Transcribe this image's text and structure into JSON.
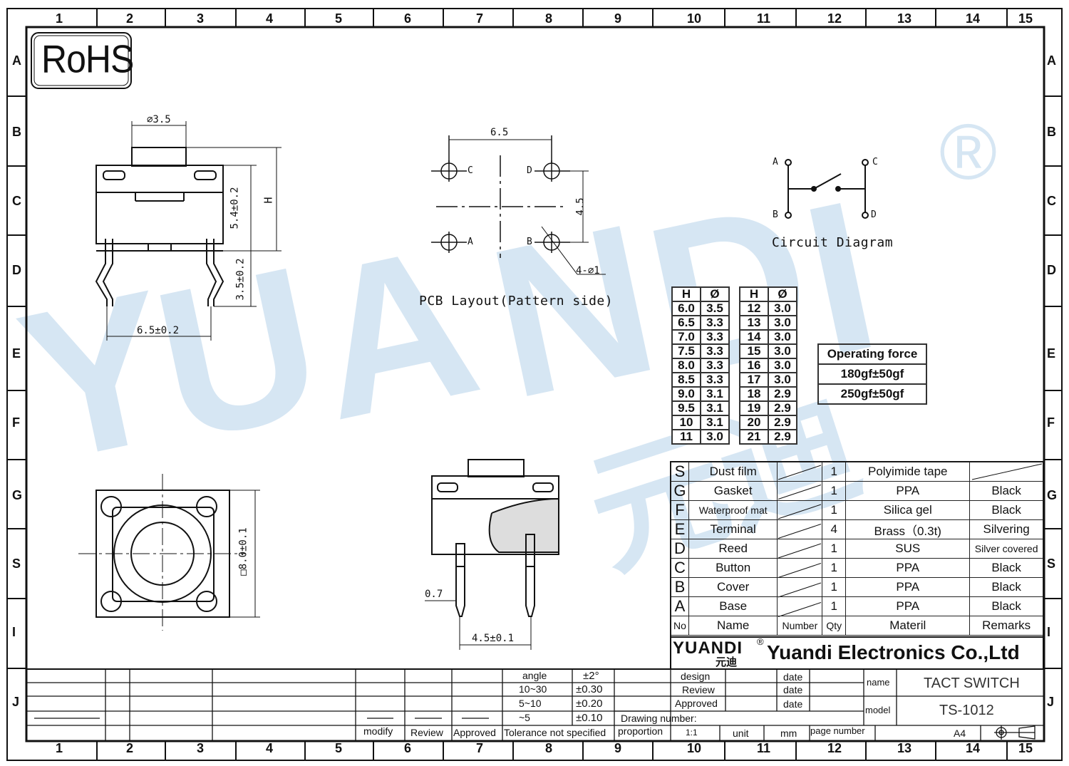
{
  "sheet": {
    "rohs": "RoHS",
    "col_labels": [
      "1",
      "2",
      "3",
      "4",
      "5",
      "6",
      "7",
      "8",
      "9",
      "10",
      "11",
      "12",
      "13",
      "14",
      "15"
    ],
    "row_labels": [
      "A",
      "B",
      "C",
      "D",
      "E",
      "F",
      "G",
      "S",
      "I",
      "J"
    ]
  },
  "watermark": {
    "text": "YUANDI",
    "registered": "®",
    "cn": "元迪",
    "color": "#d6e6f3"
  },
  "side_view": {
    "dim_button": "⌀3.5",
    "dim_height": "5.4±0.2",
    "dim_h": "H",
    "dim_leg": "3.5±0.2",
    "dim_pitch": "6.5±0.2"
  },
  "pcb": {
    "title": "PCB Layout(Pattern side)",
    "dim_width": "6.5",
    "dim_height": "4.5",
    "dim_hole": "4-⌀1",
    "pads": [
      "C",
      "D",
      "A",
      "B"
    ]
  },
  "circuit": {
    "title": "Circuit Diagram",
    "nodes": [
      "A",
      "C",
      "B",
      "D"
    ]
  },
  "top_view": {
    "dim_size": "□8.0±0.1"
  },
  "section_view": {
    "dim_pin": "0.7",
    "dim_pitch": "4.5±0.1"
  },
  "h_table": {
    "headers": [
      "H",
      "Ø",
      "H",
      "Ø"
    ],
    "left": [
      [
        "6.0",
        "3.5"
      ],
      [
        "6.5",
        "3.3"
      ],
      [
        "7.0",
        "3.3"
      ],
      [
        "7.5",
        "3.3"
      ],
      [
        "8.0",
        "3.3"
      ],
      [
        "8.5",
        "3.3"
      ],
      [
        "9.0",
        "3.1"
      ],
      [
        "9.5",
        "3.1"
      ],
      [
        "10",
        "3.1"
      ],
      [
        "11",
        "3.0"
      ]
    ],
    "right": [
      [
        "12",
        "3.0"
      ],
      [
        "13",
        "3.0"
      ],
      [
        "14",
        "3.0"
      ],
      [
        "15",
        "3.0"
      ],
      [
        "16",
        "3.0"
      ],
      [
        "17",
        "3.0"
      ],
      [
        "18",
        "2.9"
      ],
      [
        "19",
        "2.9"
      ],
      [
        "20",
        "2.9"
      ],
      [
        "21",
        "2.9"
      ]
    ]
  },
  "operating_force": {
    "title": "Operating force",
    "values": [
      "180gf±50gf",
      "250gf±50gf"
    ]
  },
  "bom": {
    "rows": [
      {
        "letter": "S",
        "name": "Dust film",
        "qty": "1",
        "material": "Polyimide tape",
        "remarks": ""
      },
      {
        "letter": "G",
        "name": "Gasket",
        "qty": "1",
        "material": "PPA",
        "remarks": "Black"
      },
      {
        "letter": "F",
        "name": "Waterproof mat",
        "qty": "1",
        "material": "Silica gel",
        "remarks": "Black"
      },
      {
        "letter": "E",
        "name": "Terminal",
        "qty": "4",
        "material": "Brass（0.3t)",
        "remarks": "Silvering"
      },
      {
        "letter": "D",
        "name": "Reed",
        "qty": "1",
        "material": "SUS",
        "remarks": "Silver covered"
      },
      {
        "letter": "C",
        "name": "Button",
        "qty": "1",
        "material": "PPA",
        "remarks": "Black"
      },
      {
        "letter": "B",
        "name": "Cover",
        "qty": "1",
        "material": "PPA",
        "remarks": "Black"
      },
      {
        "letter": "A",
        "name": "Base",
        "qty": "1",
        "material": "PPA",
        "remarks": "Black"
      }
    ],
    "header": {
      "no": "No",
      "name": "Name",
      "number": "Number",
      "qty": "Qty",
      "material": "Materil",
      "remarks": "Remarks"
    }
  },
  "company": {
    "logo": "YUANDI",
    "logo_mark": "®",
    "logo_cn": "元迪",
    "name": "Yuandi Electronics Co.,Ltd"
  },
  "tolerance": {
    "rows": [
      [
        "angle",
        "±2°"
      ],
      [
        "10~30",
        "±0.30"
      ],
      [
        "5~10",
        "±0.20"
      ],
      [
        "~5",
        "±0.10"
      ]
    ],
    "footer": "Tolerance not specified"
  },
  "revision": {
    "modify": "modify",
    "review": "Review",
    "approved": "Approved"
  },
  "title_block": {
    "design": "design",
    "review": "Review",
    "approved": "Approved",
    "date": "date",
    "drawing_number": "Drawing number:",
    "proportion": "proportion",
    "scale": "1:1",
    "unit": "unit",
    "unit_value": "mm",
    "page_number": "page number",
    "size": "A4",
    "name_label": "name",
    "name_value": "TACT SWITCH",
    "model_label": "model",
    "model_value": "TS-1012"
  }
}
